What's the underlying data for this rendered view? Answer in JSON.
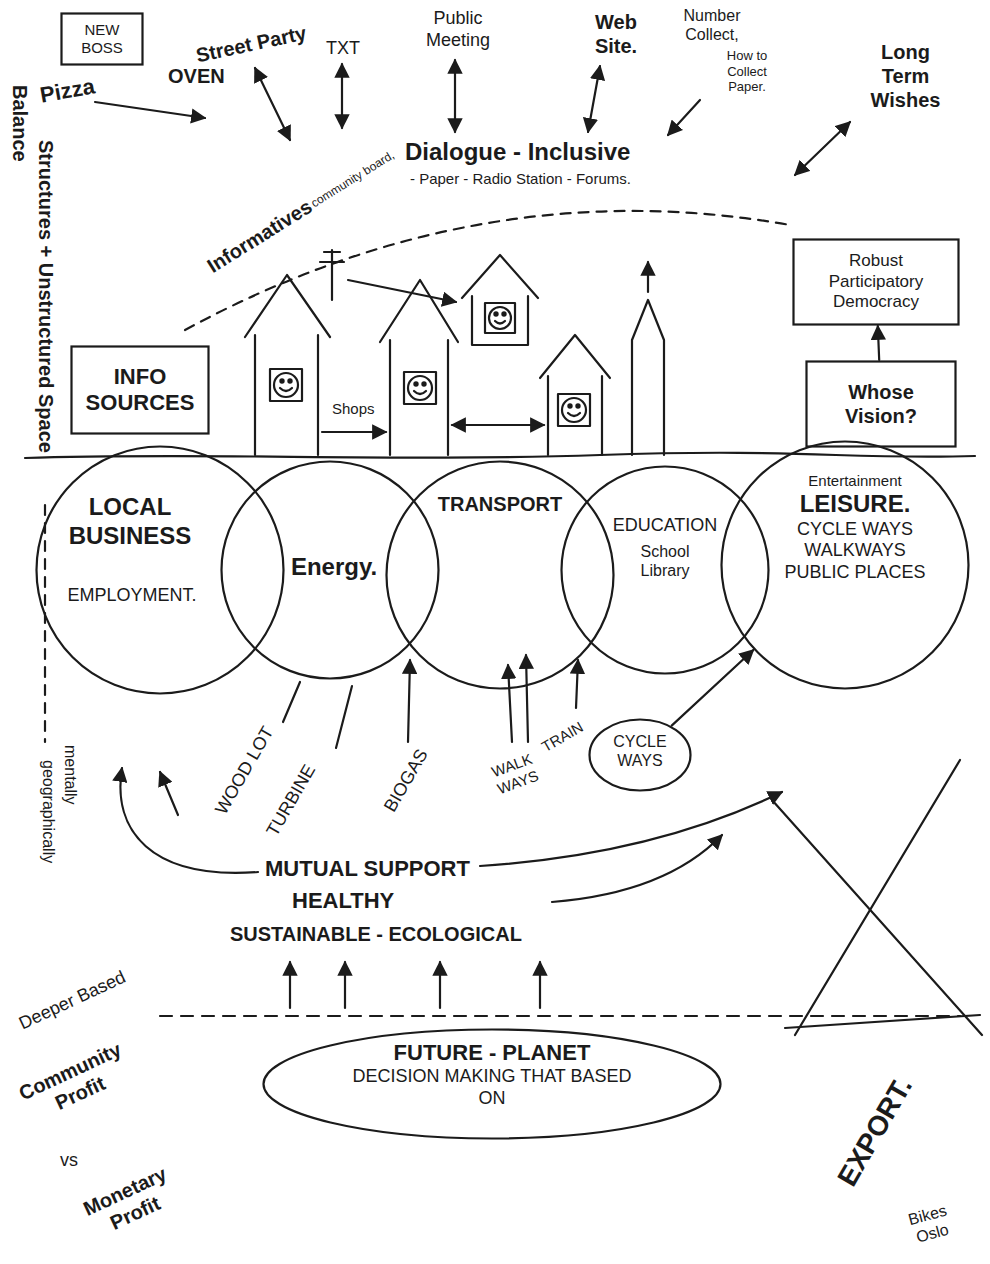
{
  "diagram": {
    "nodes": [
      {
        "text": [
          "NEW BOSS"
        ]
      },
      {
        "text": [
          "INFO SOURCES"
        ]
      },
      {
        "text": [
          "Robust Participatory Democracy"
        ]
      },
      {
        "text": [
          "Whose Vision?"
        ]
      },
      {
        "text": [
          "LOCAL BUSINESS",
          "EMPLOYMENT."
        ]
      },
      {
        "text": [
          "Energy."
        ]
      },
      {
        "text": [
          "TRANSPORT"
        ]
      },
      {
        "text": [
          "EDUCATION",
          "School Library"
        ]
      },
      {
        "text": [
          "Entertainment",
          "LEISURE.",
          "CYCLE WAYS WALKWAYS",
          "PUBLIC PLACES"
        ]
      },
      {
        "text": [
          "CYCLE WAYS"
        ]
      },
      {
        "text": [
          "FUTURE - PLANET",
          "DECISION MAKING THAT BASED ON"
        ]
      }
    ],
    "edges": [
      {
        "from": 3,
        "to": 2,
        "arrow": "to"
      },
      {
        "from": 9,
        "to": 8,
        "arrow": "to"
      }
    ],
    "labels": [
      "Pizza",
      "OVEN",
      "Street Party",
      "TXT",
      "Public Meeting",
      "Web Site.",
      "Number Collect,",
      "How to Collect Paper.",
      "Long Term Wishes",
      "Dialogue - Inclusive",
      "- Paper - Radio Station - Forums.",
      "Informatives",
      "community board,",
      "Balance",
      "Structures + Unstructured Space",
      "Shops",
      "WOOD LOT",
      "TURBINE",
      "BIOGAS",
      "WALK WAYS",
      "TRAIN",
      "mentally",
      "geographically",
      "MUTUAL SUPPORT",
      "HEALTHY",
      "SUSTAINABLE - ECOLOGICAL",
      "Deeper Based",
      "Community Profit",
      "vs",
      "Monetary Profit",
      "EXPORT.",
      "Bikes Oslo"
    ]
  }
}
